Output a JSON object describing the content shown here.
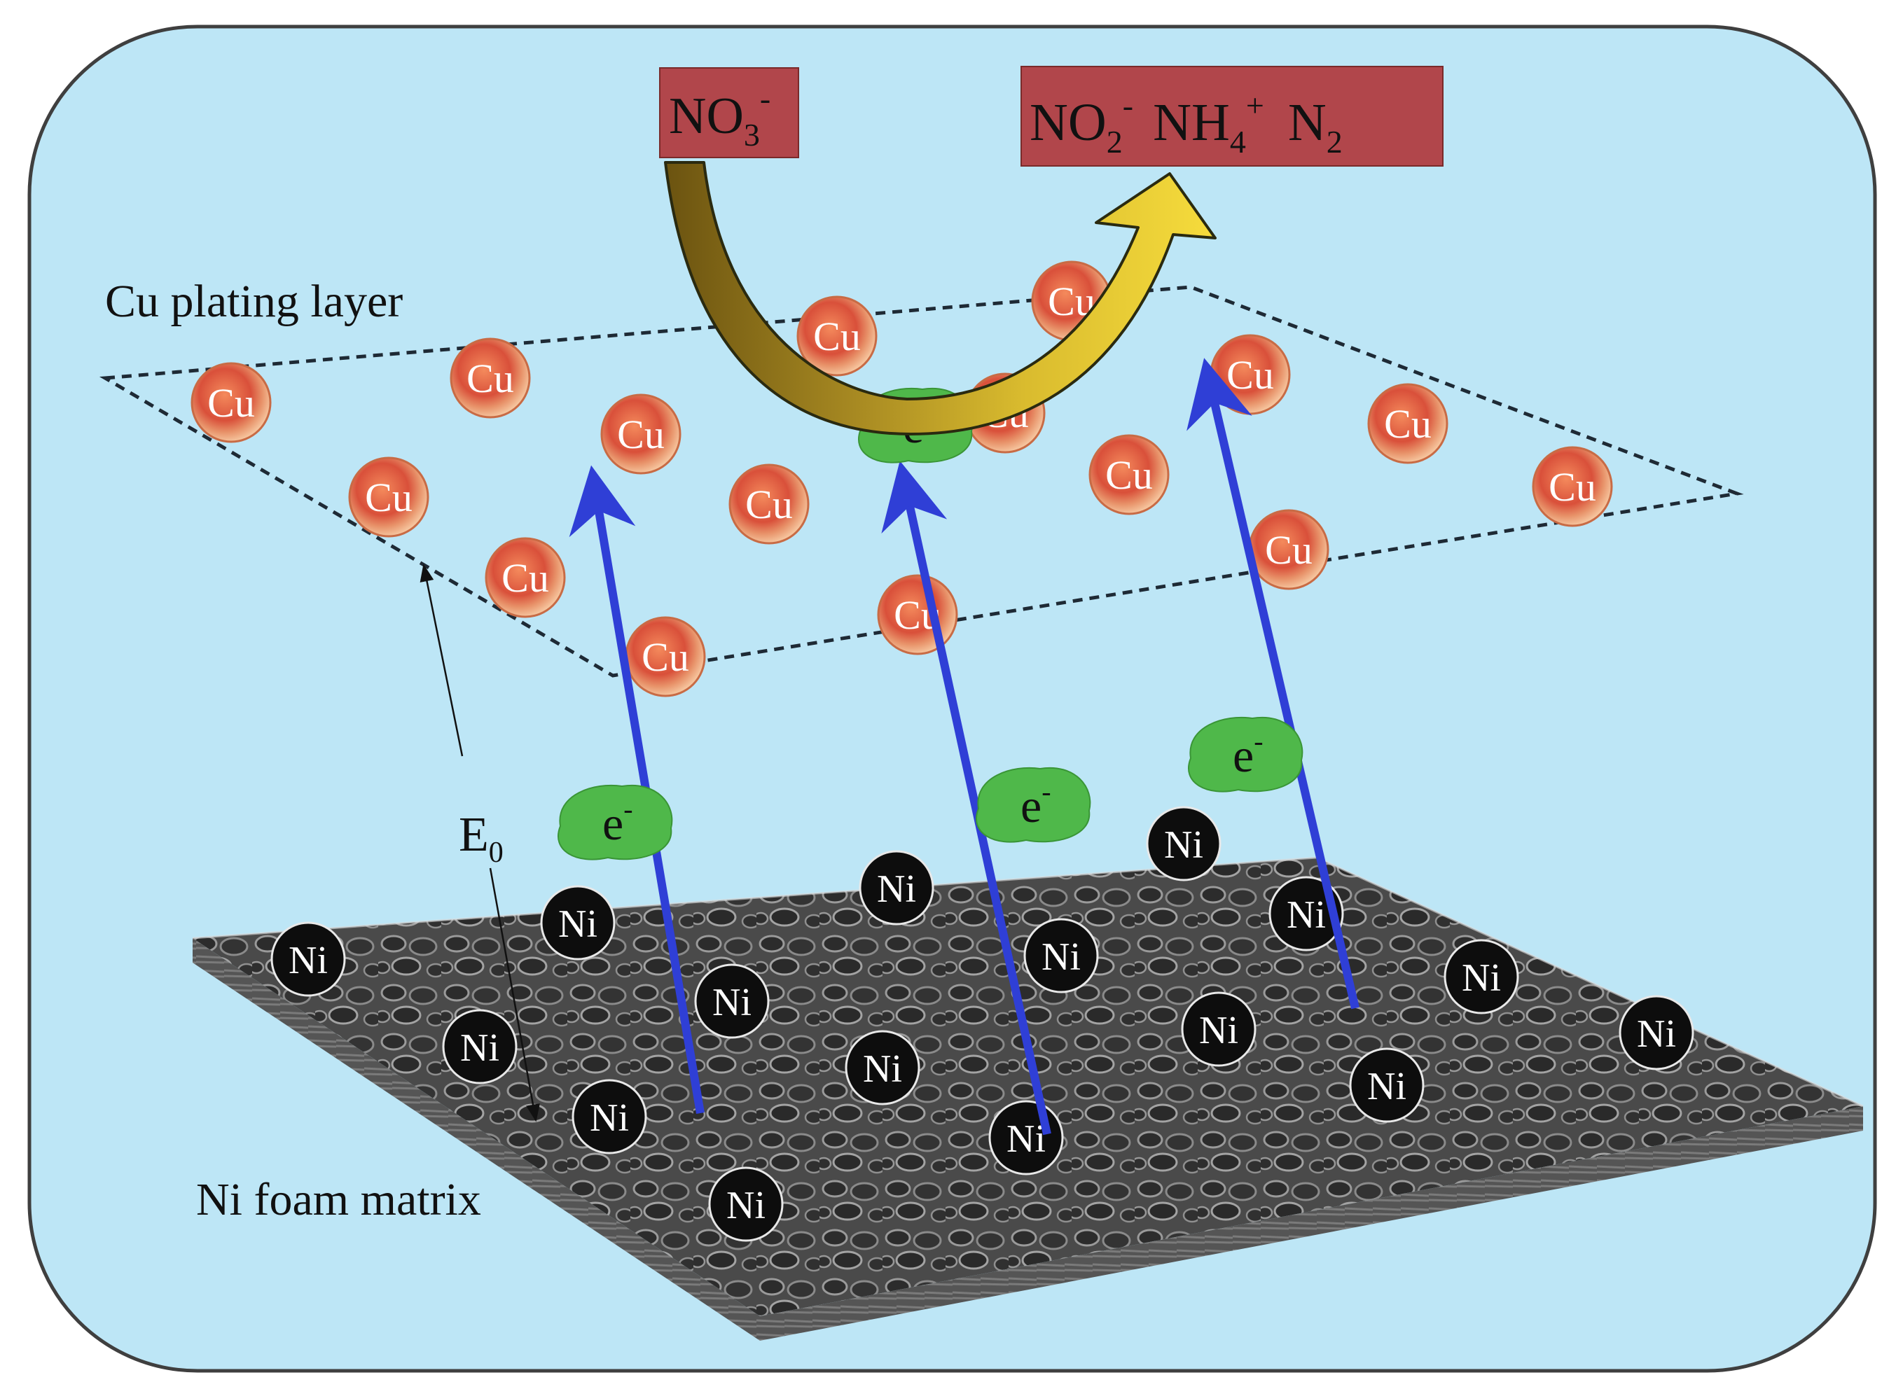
{
  "labels": {
    "cu_layer": "Cu plating layer",
    "ni_matrix": "Ni foam matrix",
    "potential_main": "E",
    "potential_sub": "0"
  },
  "reactant": {
    "main": "NO",
    "sub": "3",
    "sup": "-"
  },
  "products": [
    {
      "main": "NO",
      "sub": "2",
      "sup": "-"
    },
    {
      "main": "NH",
      "sub": "4",
      "sup": "+"
    },
    {
      "main": "N",
      "sub": "2",
      "sup": ""
    }
  ],
  "atoms": {
    "cu_symbol": "Cu",
    "ni_symbol": "Ni",
    "electron_main": "e",
    "electron_sup": "-"
  },
  "colors": {
    "background": "#bde6f6",
    "border": "#3f3f3f",
    "formula_box": "#b1464b",
    "cu_core": "#df5a3c",
    "cu_ring": "#f0a878",
    "ni_atom": "#0d0d0d",
    "electron": "#4fb84a",
    "arrow_blue": "#2f3fd6",
    "curved_arrow_dark": "#6b5310",
    "curved_arrow_light": "#f6dc3c"
  }
}
